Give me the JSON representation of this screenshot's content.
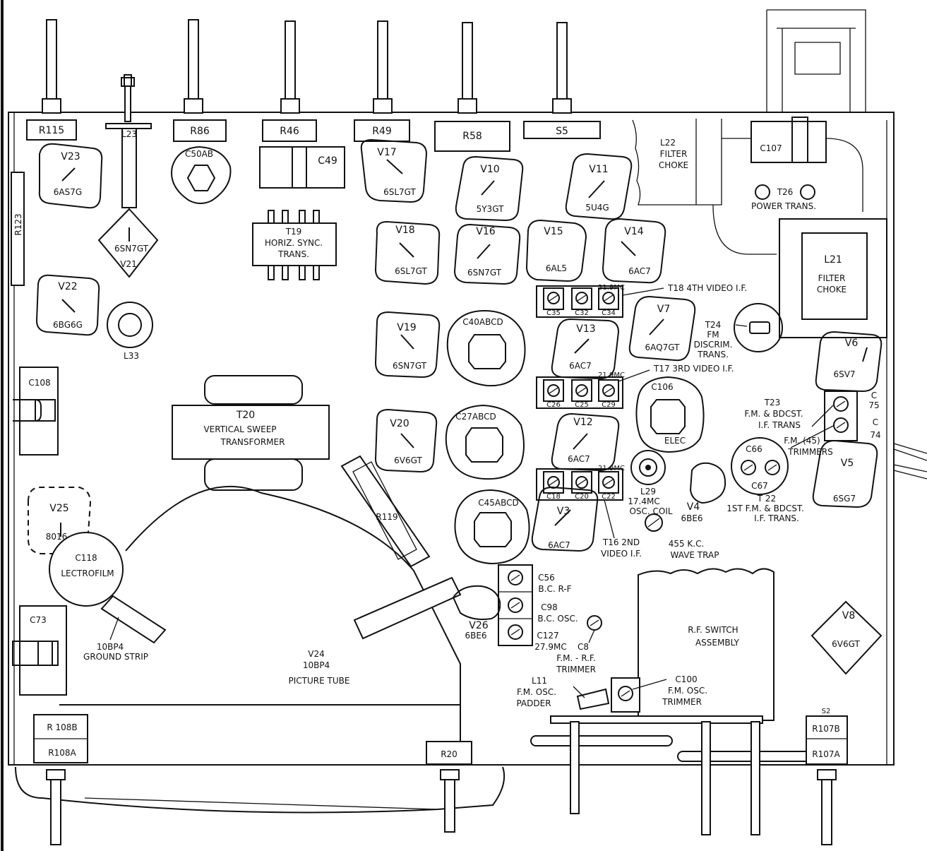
{
  "diagram": {
    "controls_top": [
      "R115",
      "R86",
      "R46",
      "R49",
      "R58",
      "S5"
    ],
    "l23": "L23",
    "r123": "R123",
    "c50ab": "C50AB",
    "c49": "C49",
    "t19": [
      "T19",
      "HORIZ. SYNC.",
      "TRANS."
    ],
    "l22": [
      "L22",
      "FILTER",
      "CHOKE"
    ],
    "c107": "C107",
    "t26": [
      "T26",
      "POWER  TRANS."
    ],
    "l21": [
      "L21",
      "FILTER",
      "CHOKE"
    ],
    "tubes": [
      {
        "id": "V23",
        "type": "6AS7G"
      },
      {
        "id": "V21",
        "type": "6SN7GT"
      },
      {
        "id": "V22",
        "type": "6BG6G"
      },
      {
        "id": "V17",
        "type": "6SL7GT"
      },
      {
        "id": "V10",
        "type": "5Y3GT"
      },
      {
        "id": "V11",
        "type": "5U4G"
      },
      {
        "id": "V18",
        "type": "6SL7GT"
      },
      {
        "id": "V16",
        "type": "6SN7GT"
      },
      {
        "id": "V15",
        "type": "6AL5"
      },
      {
        "id": "V14",
        "type": "6AC7"
      },
      {
        "id": "V19",
        "type": "6SN7GT"
      },
      {
        "id": "V13",
        "type": "6AC7"
      },
      {
        "id": "V7",
        "type": "6AQ7GT"
      },
      {
        "id": "V20",
        "type": "6V6GT"
      },
      {
        "id": "V12",
        "type": "6AC7"
      },
      {
        "id": "V3",
        "type": "6AC7"
      },
      {
        "id": "V4",
        "type": "6BE6"
      },
      {
        "id": "V6",
        "type": "6SV7"
      },
      {
        "id": "V5",
        "type": "6SG7"
      },
      {
        "id": "V8",
        "type": "6V6GT"
      },
      {
        "id": "V25",
        "type": "8016"
      },
      {
        "id": "V26",
        "type": "6BE6"
      }
    ],
    "l33": "L33",
    "caps": {
      "c40": "C40ABCD",
      "c27": "C27ABCD",
      "c45": "C45ABCD",
      "c106": [
        "C106",
        "ELEC"
      ],
      "c108": "C108",
      "c73": "C73",
      "c118": [
        "C118",
        "LECTROFILM"
      ]
    },
    "t18": {
      "caps": [
        "C35",
        "C32",
        "C34"
      ],
      "freq": "21.9MC",
      "label": "T18  4TH VIDEO I.F."
    },
    "t17": {
      "caps": [
        "C26",
        "C25",
        "C29"
      ],
      "freq": "21.9MC",
      "label": "T17  3RD VIDEO I.F."
    },
    "t16": {
      "caps": [
        "C18",
        "C20",
        "C22"
      ],
      "freq": "21.9MC",
      "label": [
        "T16 2ND",
        "VIDEO I.F."
      ]
    },
    "t24": [
      "T24",
      "FM",
      "DISCRIM.",
      "TRANS."
    ],
    "t23": [
      "T23",
      "F.M. & BDCST.",
      "I.F. TRANS"
    ],
    "c75": [
      "C",
      "75"
    ],
    "c74": [
      "C",
      "74"
    ],
    "t22": {
      "c66": "C66",
      "c67": "C67",
      "fm": "F.M. (45)",
      "trim": "TRIMMERS",
      "label": [
        "T 22",
        "1ST F.M. & BDCST.",
        "I.F. TRANS."
      ]
    },
    "t20": [
      "T20",
      "VERTICAL  SWEEP",
      "TRANSFORMER"
    ],
    "r119": "R119",
    "l29": [
      "L29",
      "17.4MC",
      "OSC. COIL"
    ],
    "wave_trap": [
      "455 K.C.",
      "WAVE TRAP"
    ],
    "c56": [
      "C56",
      "B.C. R-F"
    ],
    "c98": [
      "C98",
      "B.C. OSC."
    ],
    "c127": [
      "C127",
      "27.9MC"
    ],
    "c8": [
      "C8",
      "F.M. - R.F.",
      "TRIMMER"
    ],
    "rf_switch": [
      "R.F. SWITCH",
      "ASSEMBLY"
    ],
    "l11": [
      "L11",
      "F.M. OSC.",
      "PADDER"
    ],
    "c100": [
      "C100",
      "F.M. OSC.",
      "TRIMMER"
    ],
    "ground_strip": [
      "10BP4",
      "GROUND STRIP"
    ],
    "v24": [
      "V24",
      "10BP4",
      "PICTURE  TUBE"
    ],
    "bottom": {
      "r108b": "R 108B",
      "r108a": "R108A",
      "r20": "R20",
      "s2": "S2",
      "r107b": "R107B",
      "r107a": "R107A"
    }
  }
}
